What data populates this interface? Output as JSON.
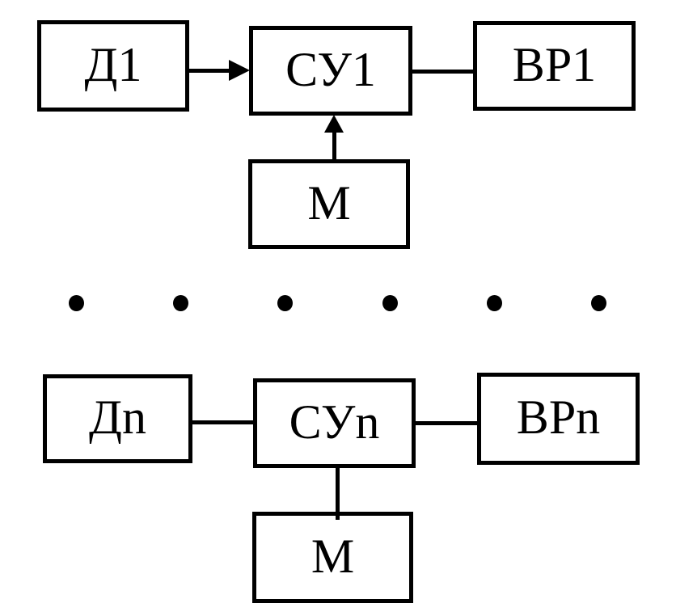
{
  "colors": {
    "background": "#ffffff",
    "line": "#000000",
    "text": "#000000"
  },
  "blocks": {
    "d1": "Д1",
    "su1": "СУ1",
    "vr1": "ВР1",
    "m1": "М",
    "dn": "Дn",
    "sun": "СУn",
    "vrn": "ВРn",
    "mn": "М"
  },
  "connections": [
    {
      "from": "Д1",
      "to": "СУ1",
      "type": "arrow",
      "direction": "right"
    },
    {
      "from": "СУ1",
      "to": "ВР1",
      "type": "line"
    },
    {
      "from": "М",
      "to": "СУ1",
      "type": "arrow",
      "direction": "up"
    },
    {
      "from": "Дn",
      "to": "СУn",
      "type": "line"
    },
    {
      "from": "СУn",
      "to": "ВРn",
      "type": "line"
    },
    {
      "from": "СУn",
      "to": "М",
      "type": "line"
    }
  ],
  "ellipsis": {
    "count": 6
  }
}
